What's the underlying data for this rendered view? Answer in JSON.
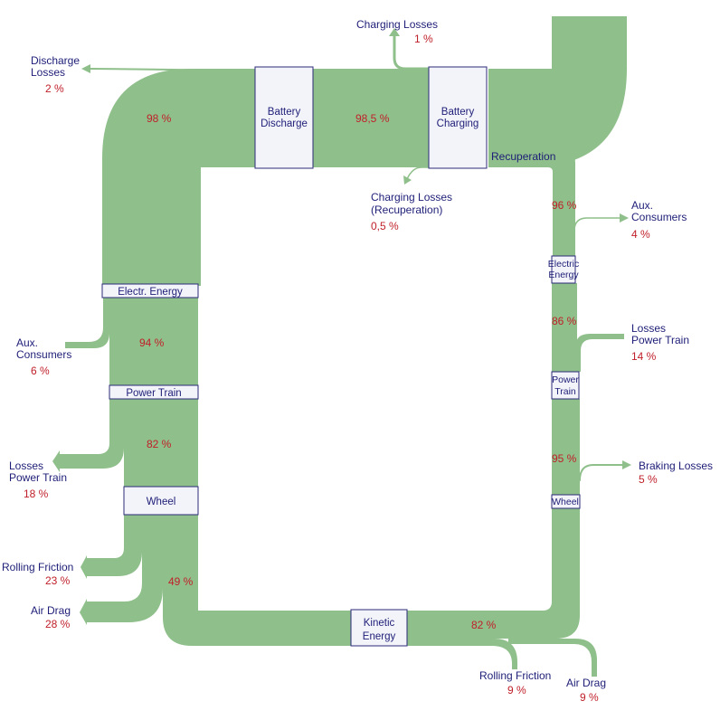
{
  "nodes": {
    "battery_discharge": [
      "Battery",
      "Discharge"
    ],
    "battery_charging": [
      "Battery",
      "Charging"
    ],
    "electr_energy": [
      "Electr. Energy"
    ],
    "power_train_left": [
      "Power Train"
    ],
    "wheel_left": [
      "Wheel"
    ],
    "kinetic_energy": [
      "Kinetic",
      "Energy"
    ],
    "electric_energy_right": [
      "Electric",
      "Energy"
    ],
    "power_train_right": [
      "Power",
      "Train"
    ],
    "wheel_right": [
      "Wheel"
    ]
  },
  "flows": {
    "charging_losses": {
      "label": "Charging Losses",
      "value": "1 %"
    },
    "discharge_losses": {
      "label": [
        "Discharge",
        "Losses"
      ],
      "value": "2 %"
    },
    "charging_losses_recup": {
      "label": [
        "Charging Losses",
        "(Recuperation)"
      ],
      "value": "0,5 %"
    },
    "recuperation": {
      "label": "Recuperation"
    },
    "aux_consumers_left": {
      "label": [
        "Aux.",
        "Consumers"
      ],
      "value": "6 %"
    },
    "losses_power_train_left": {
      "label": [
        "Losses",
        "Power Train"
      ],
      "value": "18 %"
    },
    "rolling_friction_left": {
      "label": "Rolling Friction",
      "value": "23 %"
    },
    "air_drag_left": {
      "label": "Air Drag",
      "value": "28 %"
    },
    "aux_consumers_right": {
      "label": [
        "Aux.",
        "Consumers"
      ],
      "value": "4 %"
    },
    "losses_power_train_right": {
      "label": [
        "Losses",
        "Power Train"
      ],
      "value": "14 %"
    },
    "braking_losses": {
      "label": "Braking Losses",
      "value": "5 %"
    },
    "rolling_friction_bottom": {
      "label": "Rolling Friction",
      "value": "9 %"
    },
    "air_drag_bottom": {
      "label": "Air Drag",
      "value": "9 %"
    }
  },
  "percentages": {
    "discharge_path": "98 %",
    "between_batteries": "98,5 %",
    "after_electr_energy": "94 %",
    "after_power_train": "82 %",
    "to_kinetic": "49 %",
    "kinetic_out": "82 %",
    "right_top": "96 %",
    "right_mid": "86 %",
    "right_low": "95 %"
  },
  "colors": {
    "flow": "#8fbf8a",
    "label": "#1e1e78",
    "value": "#c0202a",
    "node_fill": "#f3f3fa",
    "node_border": "#2b2b7a"
  }
}
